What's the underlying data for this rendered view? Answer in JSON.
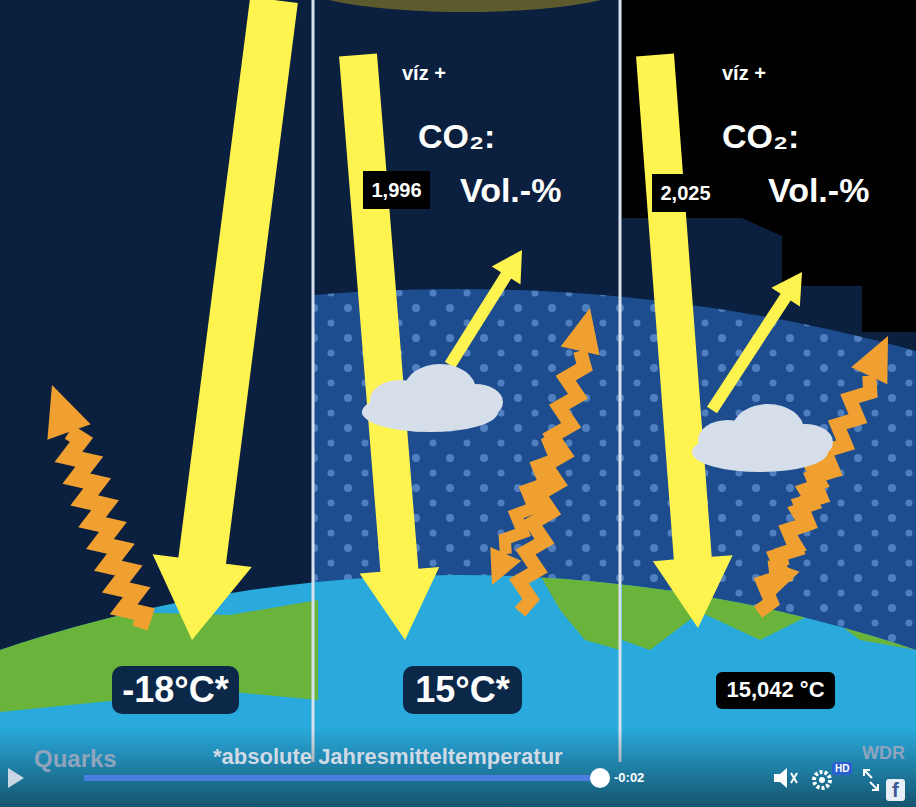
{
  "diagram": {
    "nodes": [
      {
        "text": [
          "1,996"
        ]
      },
      {
        "text": [
          "2,025"
        ]
      },
      {
        "text": [
          "-18°C*"
        ]
      },
      {
        "text": [
          "15°C*"
        ]
      },
      {
        "text": [
          "15,042 °C"
        ]
      }
    ],
    "labels": [
      "víz +",
      "CO₂:",
      "Vol.-%",
      "víz +",
      "CO₂:",
      "Vol.-%",
      "Quarks",
      "*absolute Jahresmitteltemperatur",
      "-0:02",
      "HD",
      "WDR",
      "f"
    ]
  }
}
